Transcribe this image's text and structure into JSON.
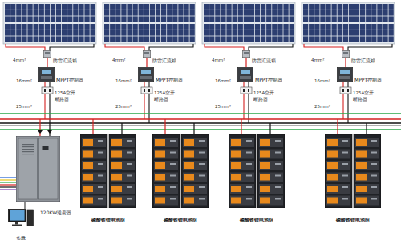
{
  "diagram": {
    "nodes": [
      {
        "text": [
          "防雷汇流箱"
        ]
      },
      {
        "text": [
          "防雷汇流箱"
        ]
      },
      {
        "text": [
          "防雷汇流箱"
        ]
      },
      {
        "text": [
          "防雷汇流箱"
        ]
      },
      {
        "text": [
          "MPPT控制器"
        ]
      },
      {
        "text": [
          "MPPT控制器"
        ]
      },
      {
        "text": [
          "MPPT控制器"
        ]
      },
      {
        "text": [
          "MPPT控制器"
        ]
      },
      {
        "text": [
          "120KW逆变器"
        ]
      },
      {
        "text": [
          "磷酸铁锂电池组"
        ]
      },
      {
        "text": [
          "磷酸铁锂电池组"
        ]
      },
      {
        "text": [
          "磷酸铁锂电池组"
        ]
      },
      {
        "text": [
          "磷酸铁锂电池组"
        ]
      },
      {
        "text": [
          "负载"
        ]
      }
    ],
    "edges": [
      {
        "from": 0,
        "to": 4,
        "arrow": "none"
      },
      {
        "from": 1,
        "to": 5,
        "arrow": "none"
      },
      {
        "from": 2,
        "to": 6,
        "arrow": "none"
      },
      {
        "from": 3,
        "to": 7,
        "arrow": "none"
      },
      {
        "from": 8,
        "to": 13,
        "arrow": "none"
      }
    ],
    "labels": [
      "4mm²",
      "16mm²",
      "25mm²",
      "125A空开",
      "断路器",
      "4mm²",
      "16mm²",
      "25mm²",
      "125A空开",
      "断路器",
      "4mm²",
      "16mm²",
      "25mm²",
      "125A空开",
      "断路器",
      "4mm²",
      "16mm²",
      "25mm²",
      "125A空开",
      "断路器"
    ]
  }
}
